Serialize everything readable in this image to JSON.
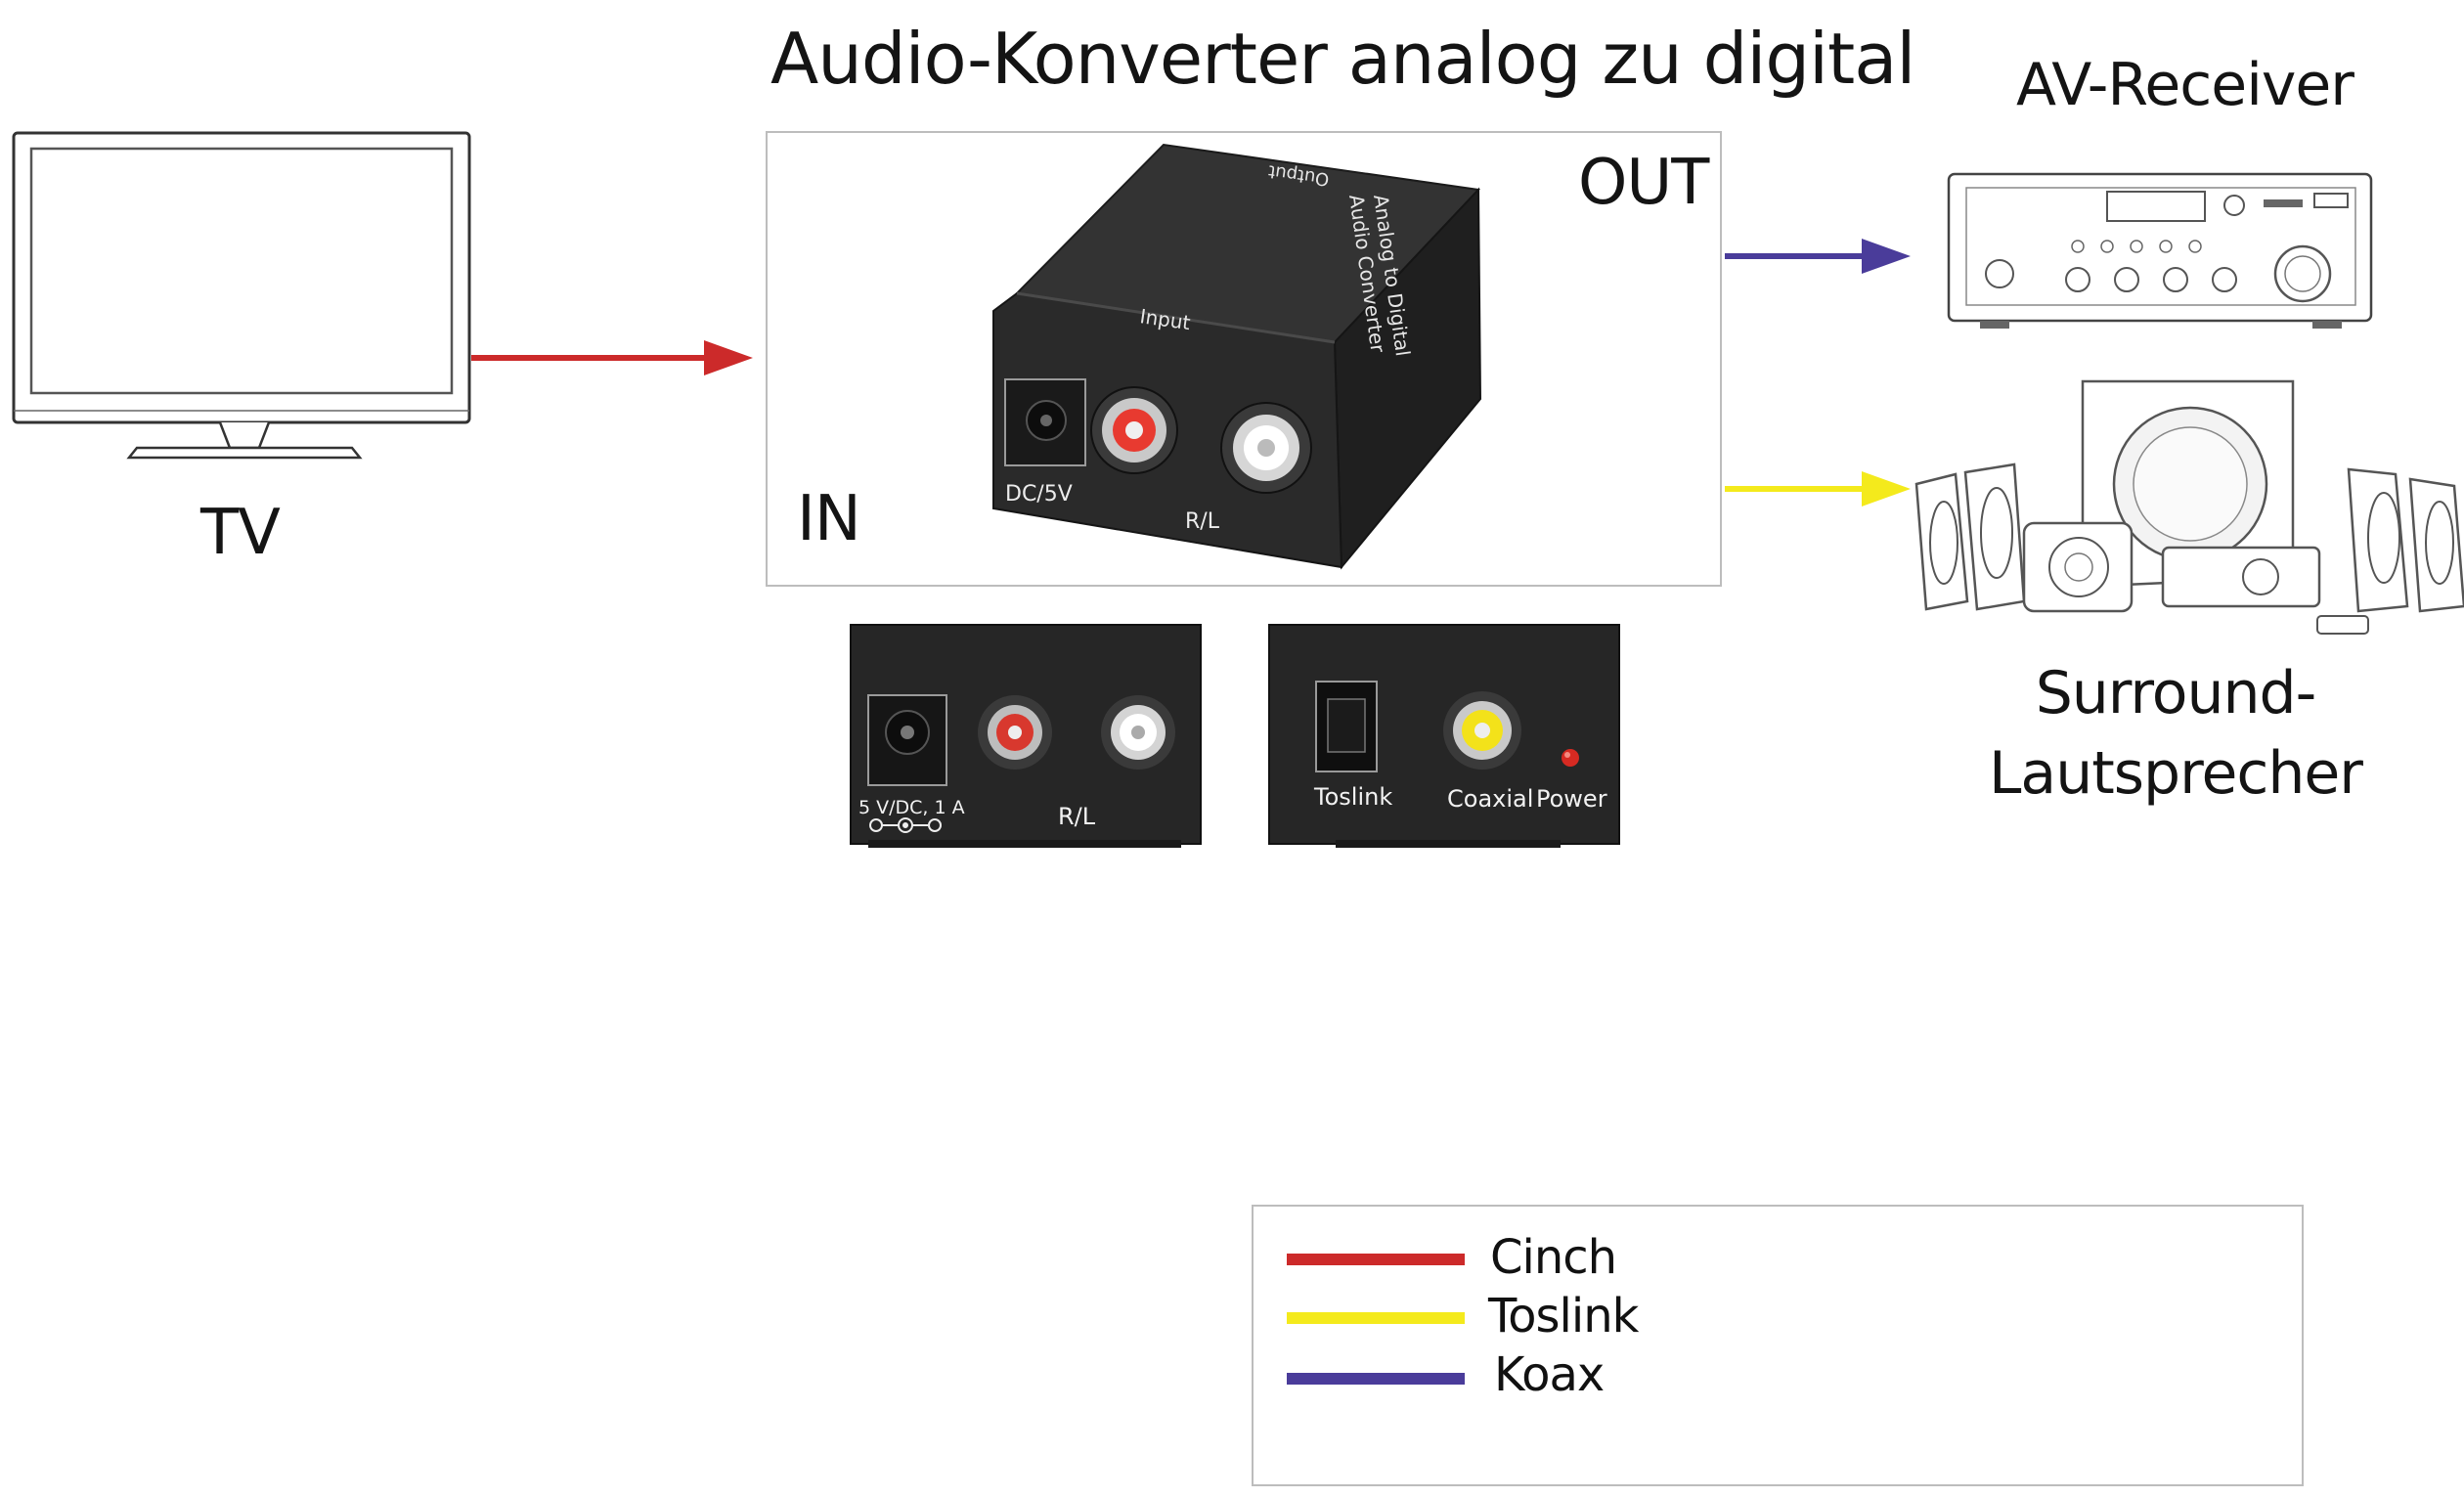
{
  "title": "Audio-Konverter analog zu digital",
  "devices": {
    "tv": "TV",
    "av_receiver": "AV-Receiver",
    "surround_line1": "Surround-",
    "surround_line2": "Lautsprecher"
  },
  "converter": {
    "in_label": "IN",
    "out_label": "OUT",
    "top_label_line1": "Analog to Digital",
    "top_label_line2": "Audio Converter",
    "top_output": "Output",
    "front_input": "Input",
    "front_dc": "DC/5V",
    "front_rl": "R/L"
  },
  "panels": {
    "left_power": "5 V/DC, 1 A",
    "left_rl": "R/L",
    "right_toslink": "Toslink",
    "right_coaxial": "Coaxial",
    "right_power": "Power"
  },
  "legend": [
    {
      "label": "Cinch",
      "color": "#cc2a2a"
    },
    {
      "label": "Toslink",
      "color": "#f4ea1c"
    },
    {
      "label": "Koax",
      "color": "#4a3c9a"
    }
  ],
  "colors": {
    "cinch": "#cc2a2a",
    "toslink": "#f4ea1c",
    "koax": "#4a3c9a",
    "device_body": "#2a2a2a"
  }
}
